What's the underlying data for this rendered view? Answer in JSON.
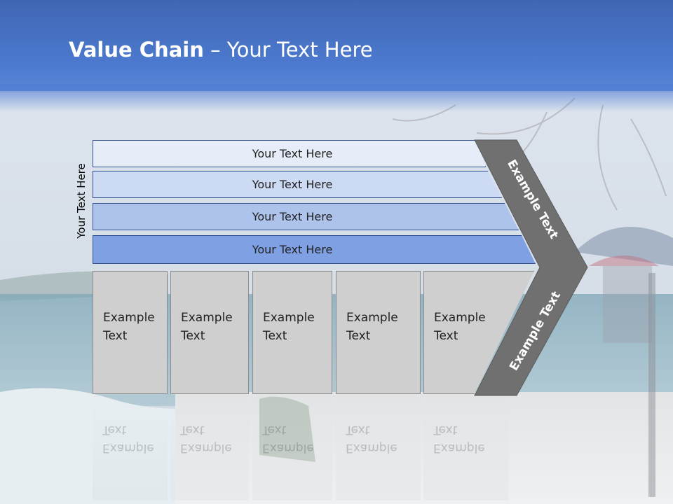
{
  "title": {
    "bold": "Value Chain",
    "rest": " – Your Text Here"
  },
  "side_label": "Your Text Here",
  "rows": [
    "Your Text Here",
    "Your Text Here",
    "Your Text Here",
    "Your Text Here"
  ],
  "columns": [
    "Example Text",
    "Example Text",
    "Example Text",
    "Example Text",
    "Example Text"
  ],
  "chevron": {
    "upper": "Example Text",
    "lower": "Example Text"
  },
  "colors": {
    "header": "#4d7bd0",
    "chevron": "#707070",
    "row_dark": "#7fa0e2"
  }
}
